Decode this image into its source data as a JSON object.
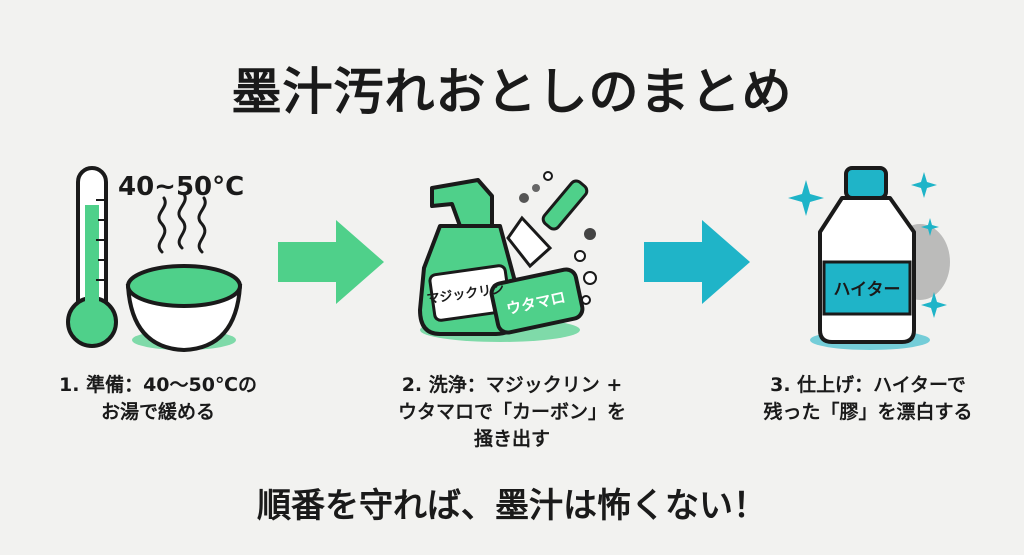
{
  "title": "墨汁汚れおとしのまとめ",
  "footer": "順番を守れば、墨汁は怖くない！",
  "steps": [
    {
      "lines": [
        "1. 準備：40〜50℃の",
        "お湯で緩める"
      ],
      "temp_label": "40~50°C"
    },
    {
      "lines": [
        "2. 洗浄：マジックリン +",
        "ウタマロで「カーボン」を",
        "掻き出す"
      ],
      "spray_label": "マジックリン",
      "soap_label": "ウタマロ"
    },
    {
      "lines": [
        "3. 仕上げ：ハイターで",
        "残った「膠」を漂白する"
      ],
      "bottle_label": "ハイター"
    }
  ],
  "colors": {
    "green": "#4fd08a",
    "teal": "#1fb4c8",
    "ink": "#1a1a1a",
    "background": "#f2f2f0"
  }
}
